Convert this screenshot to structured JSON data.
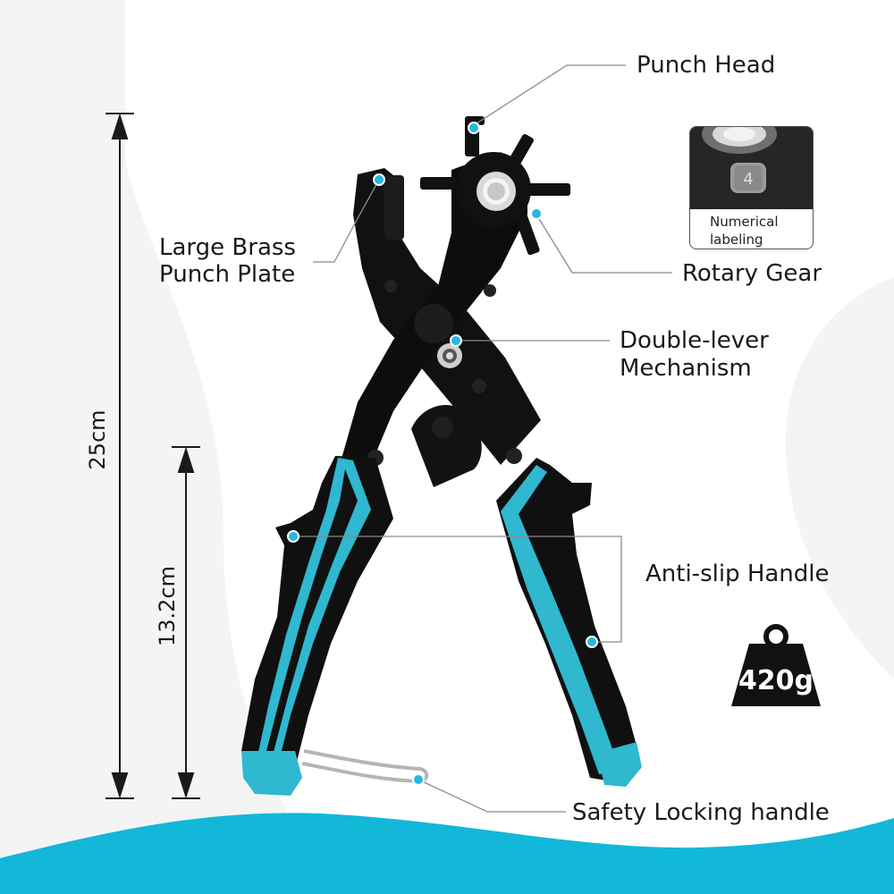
{
  "callouts": {
    "punch_head": "Punch Head",
    "brass_plate_line1": "Large Brass",
    "brass_plate_line2": "Punch Plate",
    "rotary_gear": "Rotary Gear",
    "double_lever_line1": "Double-lever",
    "double_lever_line2": "Mechanism",
    "anti_slip": "Anti-slip Handle",
    "safety_lock": "Safety  Locking handle"
  },
  "inset": {
    "label_line1": "Numerical",
    "label_line2": "labeling",
    "digit": "4"
  },
  "dimensions": {
    "total_length": "25cm",
    "handle_length": "13.2cm"
  },
  "weight": {
    "value": "420g",
    "icon": "weight-icon"
  },
  "colors": {
    "accent_teal": "#1ab3d0",
    "handle_teal": "#2fb8cf",
    "tool_black": "#111111",
    "marker_dot": "#29b6e0",
    "wave_bottom": "#13b7d8"
  }
}
